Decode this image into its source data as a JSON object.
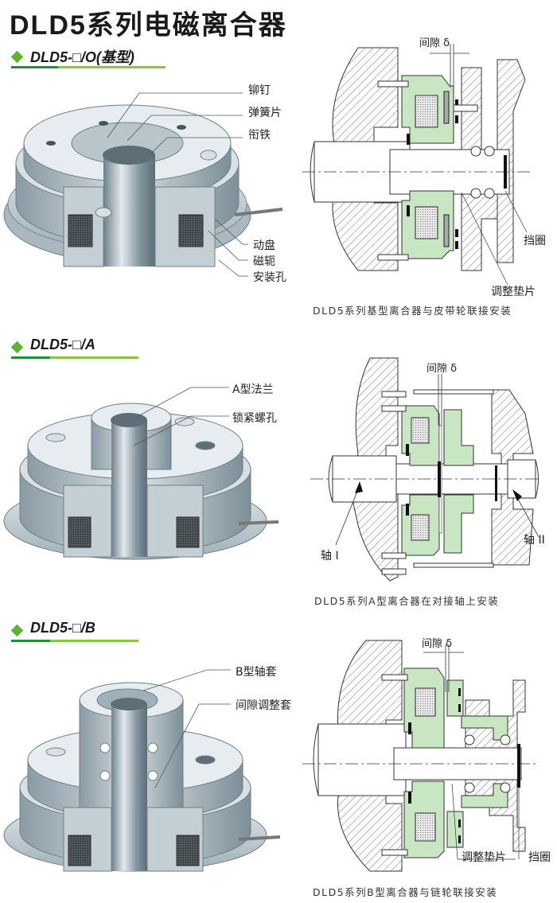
{
  "page_title": "DLD5系列电磁离合器",
  "colors": {
    "accent_green": "#5cb531",
    "underline_dark": "#1f8f3a",
    "underline_light": "#8cc63f",
    "clutch_fill": "#c9e6c2",
    "metal": "#b9c6cc"
  },
  "sections": [
    {
      "heading": "DLD5-□/O(基型)",
      "callouts": [
        "铆钉",
        "弹簧片",
        "衔铁",
        "动盘",
        "磁轭",
        "安装孔"
      ],
      "diagram": {
        "gap_label": "间隙 δ",
        "labels": [
          "挡圈",
          "调整垫片"
        ],
        "caption": "DLD5系列基型离合器与皮带轮联接安装"
      }
    },
    {
      "heading": "DLD5-□/A",
      "callouts": [
        "A型法兰",
        "锁紧螺孔"
      ],
      "diagram": {
        "gap_label": "间隙 δ",
        "labels": [
          "轴 I",
          "轴 II"
        ],
        "caption": "DLD5系列A型离合器在对接轴上安装"
      }
    },
    {
      "heading": "DLD5-□/B",
      "callouts": [
        "B型轴套",
        "间隙调整套"
      ],
      "diagram": {
        "gap_label": "间隙 δ",
        "labels": [
          "调整垫片",
          "挡圈"
        ],
        "caption": "DLD5系列B型离合器与链轮联接安装"
      }
    }
  ]
}
